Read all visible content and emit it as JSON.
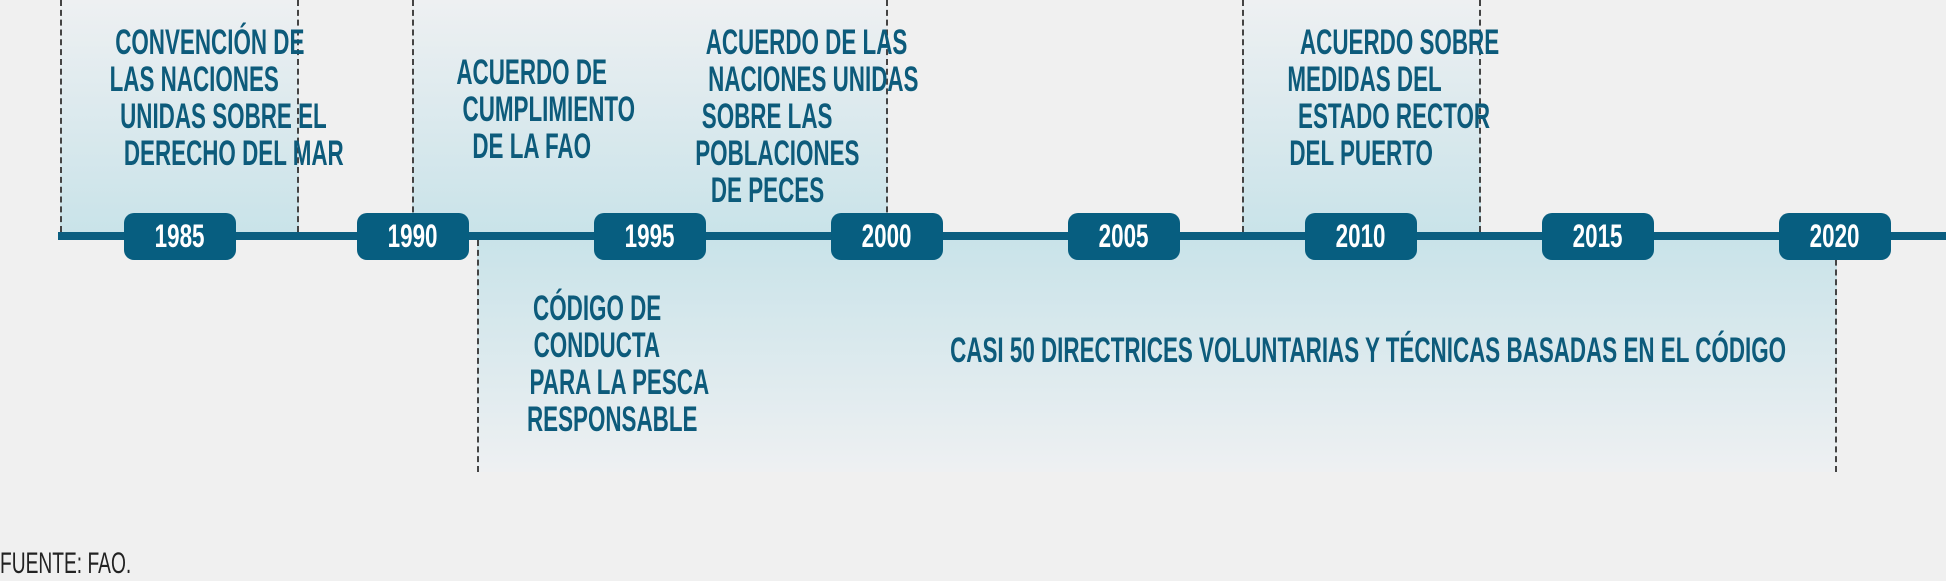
{
  "years": [
    "1985",
    "1990",
    "1995",
    "2000",
    "2005",
    "2010",
    "2015",
    "2020"
  ],
  "events": {
    "unclos": [
      "CONVENCIÓN DE",
      "LAS NACIONES",
      "UNIDAS SOBRE EL",
      "DERECHO DEL MAR"
    ],
    "compliance": [
      "ACUERDO DE",
      "CUMPLIMIENTO",
      "DE LA FAO"
    ],
    "fish_stocks": [
      "ACUERDO DE LAS",
      "NACIONES UNIDAS",
      "SOBRE LAS",
      "POBLACIONES",
      "DE PECES"
    ],
    "psma": [
      "ACUERDO SOBRE",
      "MEDIDAS DEL",
      "ESTADO RECTOR",
      "DEL PUERTO"
    ],
    "code": [
      "CÓDIGO DE",
      "CONDUCTA",
      "PARA LA PESCA",
      "RESPONSABLE"
    ],
    "guidelines": "CASI 50 DIRECTRICES VOLUNTARIAS Y TÉCNICAS BASADAS EN EL CÓDIGO"
  },
  "source": "FUENTE: FAO.",
  "colors": {
    "accent": "#075e80",
    "text": "#0d5b7b",
    "band": "#c9e3e9"
  }
}
